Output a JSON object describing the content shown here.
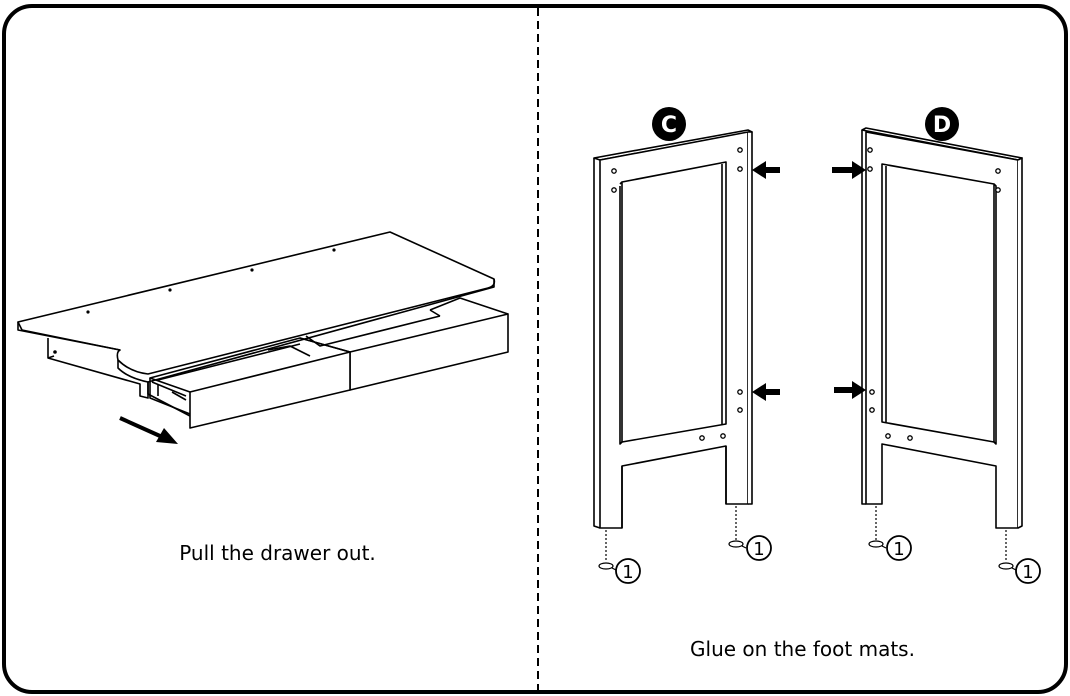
{
  "steps": [
    {
      "instruction": "Pull the drawer out."
    },
    {
      "instruction": "Glue on the foot mats."
    }
  ],
  "panel_labels": [
    "C",
    "D"
  ],
  "part_callout": "1",
  "colors": {
    "line": "#000000",
    "background": "#ffffff"
  },
  "icons": [
    "arrow-icon",
    "hole-icon",
    "foot-mat-icon"
  ]
}
